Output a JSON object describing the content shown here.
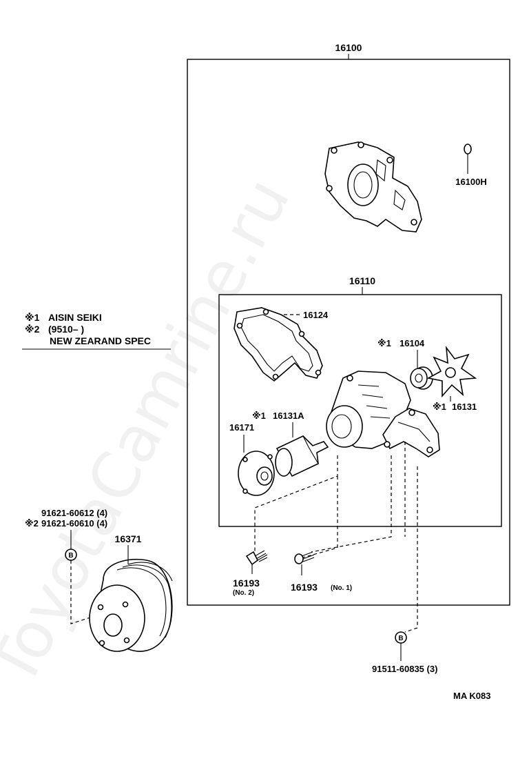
{
  "watermark": "ToyotaCamrine.ru",
  "diagram_code": "MA  K083",
  "legend": {
    "note1_mark": "※1",
    "note1_text": "AISIN SEIKI",
    "note2_mark": "※2",
    "note2_text": "(9510–        )",
    "note2_sub": "NEW ZEARAND SPEC"
  },
  "parts": {
    "assembly_main": "16100",
    "oring": "16100H",
    "pump_sub_assembly": "16110",
    "gasket": "16124",
    "seal_mark": "※1",
    "seal": "16104",
    "rotor_mark": "※1",
    "rotor": "16131",
    "bearing_mark": "※1",
    "bearing": "16131A",
    "flange": "16171",
    "bolt_no2": "16193",
    "bolt_no2_note": "(No. 2)",
    "bolt_no1": "16193",
    "bolt_no1_note": "(No. 1)",
    "pulley": "16371",
    "pulley_bolt_std": "91621-60612 (4)",
    "pulley_bolt_alt_mark": "※2",
    "pulley_bolt_alt": "91621-60610 (4)",
    "pump_bolt": "91511-60835 (3)",
    "ref_marker_left": "B",
    "ref_marker_right": "B"
  }
}
